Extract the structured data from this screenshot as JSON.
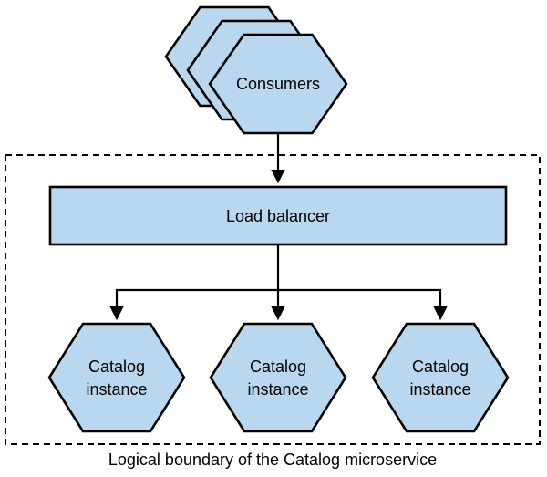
{
  "diagram": {
    "caption": "Logical boundary of the Catalog microservice",
    "consumers": {
      "label": "Consumers"
    },
    "load_balancer": {
      "label": "Load balancer"
    },
    "catalog_instances": [
      {
        "label_line1": "Catalog",
        "label_line2": "instance"
      },
      {
        "label_line1": "Catalog",
        "label_line2": "instance"
      },
      {
        "label_line1": "Catalog",
        "label_line2": "instance"
      }
    ],
    "colors": {
      "shape_fill": "#b9d7ee",
      "stroke": "#000000",
      "background": "#ffffff"
    }
  }
}
